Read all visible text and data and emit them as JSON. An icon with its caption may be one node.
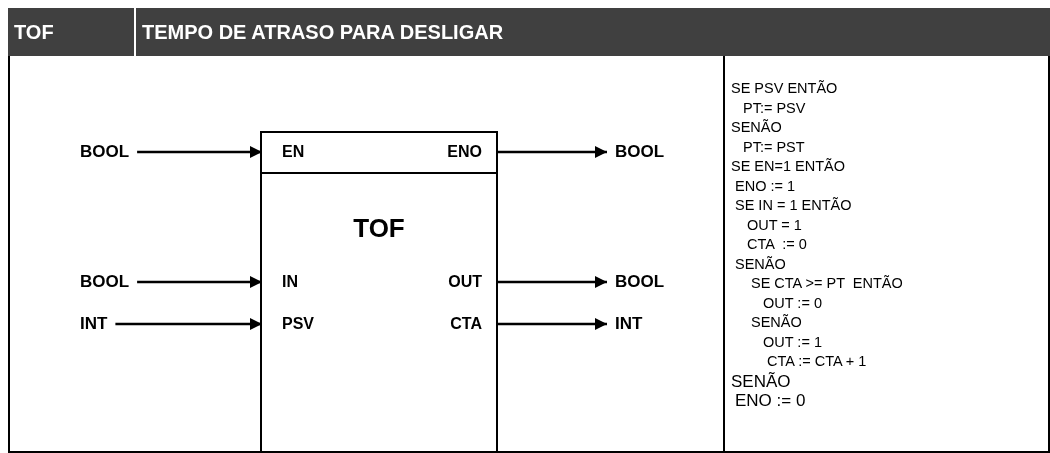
{
  "diagram": {
    "nodes": [
      {
        "text": [
          "TOF"
        ]
      },
      {
        "text": [
          "EN"
        ],
        "in": 0
      },
      {
        "text": [
          "ENO"
        ],
        "in": 0
      },
      {
        "text": [
          "IN"
        ],
        "in": 0
      },
      {
        "text": [
          "OUT"
        ],
        "in": 0
      },
      {
        "text": [
          "PSV"
        ],
        "in": 0
      },
      {
        "text": [
          "CTA"
        ],
        "in": 0
      },
      {
        "text": [
          "BOOL"
        ]
      },
      {
        "text": [
          "BOOL"
        ]
      },
      {
        "text": [
          "BOOL"
        ]
      },
      {
        "text": [
          "BOOL"
        ]
      },
      {
        "text": [
          "INT"
        ]
      },
      {
        "text": [
          "INT"
        ]
      }
    ],
    "edges": [
      {
        "from": 7,
        "to": 1,
        "arrow": "to"
      },
      {
        "from": 2,
        "to": 8,
        "arrow": "to"
      },
      {
        "from": 9,
        "to": 3,
        "arrow": "to"
      },
      {
        "from": 4,
        "to": 10,
        "arrow": "to"
      },
      {
        "from": 11,
        "to": 5,
        "arrow": "to"
      },
      {
        "from": 6,
        "to": 12,
        "arrow": "to"
      }
    ],
    "labels": [
      "TOF",
      "TEMPO DE ATRASO PARA DESLIGAR",
      "SE PSV ENTÃO",
      "PT:= PSV",
      "SENÃO",
      "PT:= PST",
      "SE EN=1 ENTÃO",
      "ENO := 1",
      "SE IN = 1 ENTÃO",
      "OUT = 1",
      "CTA  := 0",
      "SENÃO",
      "SE CTA >= PT  ENTÃO",
      "OUT := 0",
      "SENÃO",
      "OUT := 1",
      "CTA := CTA + 1",
      "SENÃO",
      "ENO := 0"
    ]
  }
}
